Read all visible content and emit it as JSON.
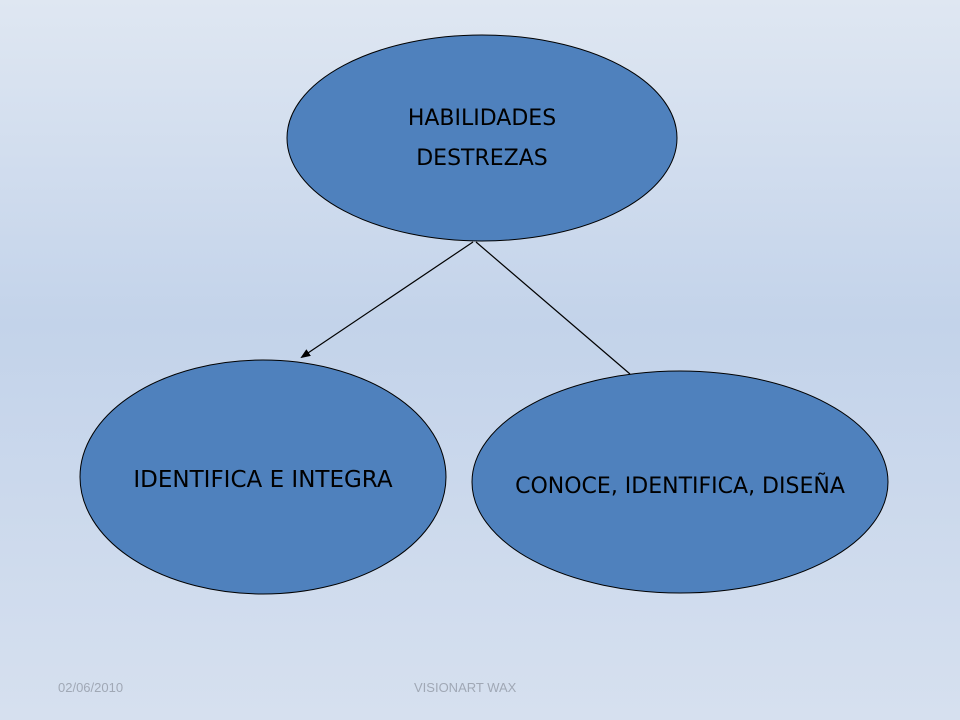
{
  "diagram": {
    "root": {
      "lines": [
        "HABILIDADES",
        "DESTREZAS"
      ]
    },
    "children": [
      {
        "label": "IDENTIFICA E INTEGRA"
      },
      {
        "label": "CONOCE, IDENTIFICA, DISEÑA"
      }
    ]
  },
  "footer": {
    "date": "02/06/2010",
    "brand": "VISIONART WAX"
  },
  "colors": {
    "node_fill": "#4f81bd",
    "node_stroke": "#000000",
    "connector": "#000000"
  }
}
